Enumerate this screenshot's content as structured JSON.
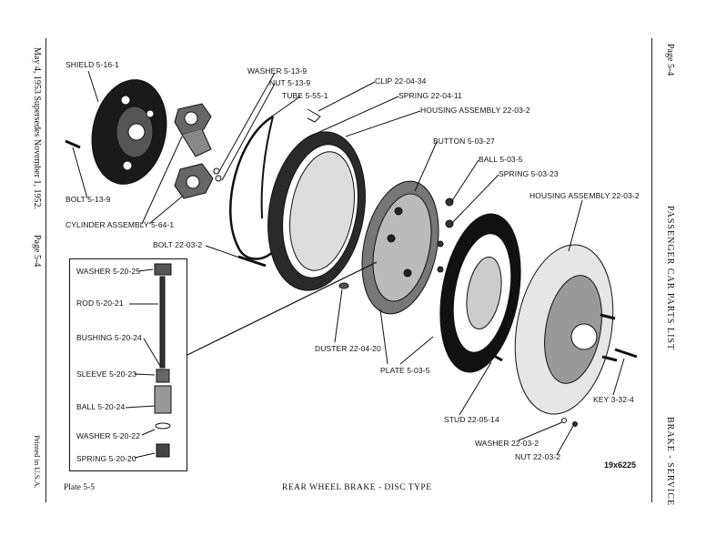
{
  "margin_left": {
    "date_line": "May 4, 1953 Supersedes November 1, 1952.",
    "page": "Page 5-4",
    "printed": "Printed in U.S.A."
  },
  "margin_right": {
    "page": "Page 5-4",
    "title": "PASSENGER CAR PARTS LIST",
    "section": "BRAKE - SERVICE"
  },
  "labels": {
    "shield": "SHIELD 5-16-1",
    "washer_top": "WASHER 5-13-9",
    "nut_top": "NUT 5-13-9",
    "tube": "TUBE 5-55-1",
    "clip": "CLIP 22-04-34",
    "spring_top": "SPRING 22-04-11",
    "housing_assembly_1": "HOUSING ASSEMBLY 22-03-2",
    "button": "BUTTON 5-03-27",
    "ball": "BALL 5-03-5",
    "spring_mid": "SPRING 5-03-23",
    "housing_assembly_2": "HOUSING ASSEMBLY 22-03-2",
    "bolt_left": "BOLT 5-13-9",
    "cylinder_assembly": "CYLINDER ASSEMBLY 5-64-1",
    "bolt_mid": "BOLT 22-03-2",
    "duster": "DUSTER 22-04-20",
    "plate": "PLATE 5-03-5",
    "stud": "STUD 22-05-14",
    "key": "KEY 3-32-4",
    "washer_bottom": "WASHER 22-03-2",
    "nut_bottom": "NUT 22-03-2"
  },
  "inset_labels": {
    "washer": "WASHER 5-20-25",
    "rod": "ROD 5-20-21",
    "bushing": "BUSHING 5-20-24",
    "sleeve": "SLEEVE 5-20-23",
    "ball": "BALL 5-20-24",
    "washer2": "WASHER 5-20-22",
    "spring": "SPRING 5-20-20"
  },
  "footer": {
    "plate": "Plate 5-5",
    "caption": "REAR WHEEL BRAKE - DISC TYPE",
    "figure_number": "19x6225"
  }
}
